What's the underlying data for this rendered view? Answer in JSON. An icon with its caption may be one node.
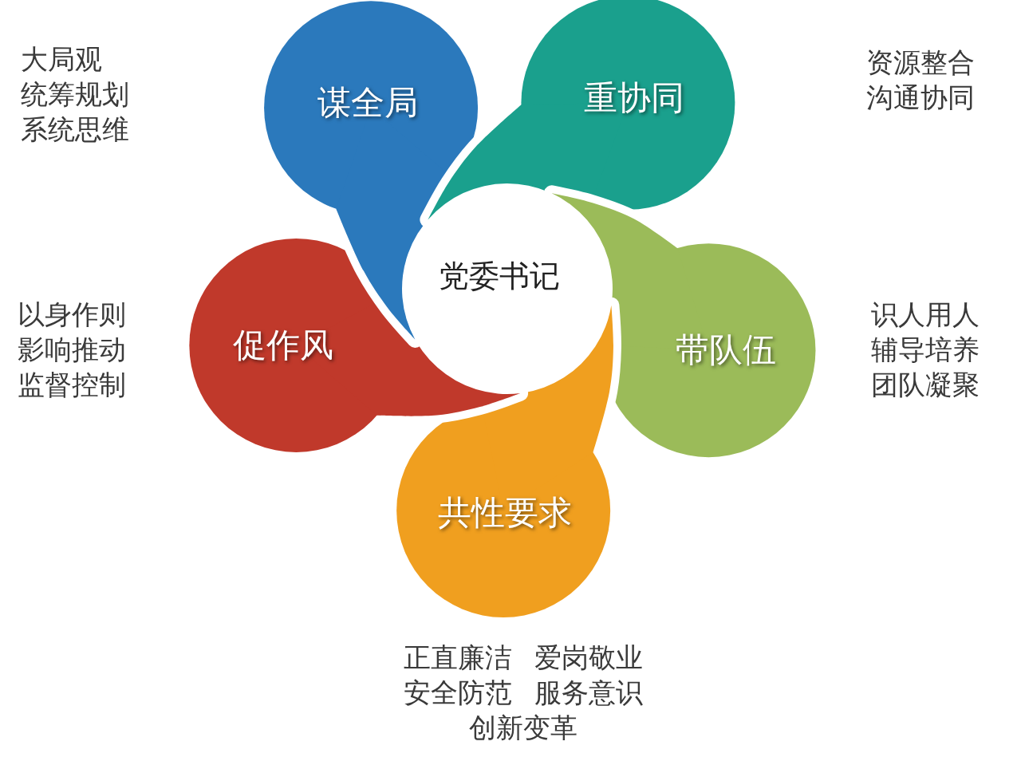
{
  "diagram": {
    "nodes": [
      {
        "text": [
          "谋全局"
        ],
        "beside": [
          "大局观",
          "统筹规划",
          "系统思维"
        ]
      },
      {
        "text": [
          "重协同"
        ],
        "beside": [
          "资源整合",
          "沟通协同"
        ]
      },
      {
        "text": [
          "促作风"
        ],
        "beside": [
          "以身作则",
          "影响推动",
          "监督控制"
        ]
      },
      {
        "text": [
          "带队伍"
        ],
        "beside": [
          "识人用人",
          "辅导培养",
          "团队凝聚"
        ]
      },
      {
        "text": [
          "共性要求"
        ],
        "beside": [
          "正直廉洁",
          "爱岗敬业",
          "安全防范",
          "服务意识",
          "创新变革"
        ]
      }
    ],
    "labels": [
      "党委书记"
    ]
  }
}
